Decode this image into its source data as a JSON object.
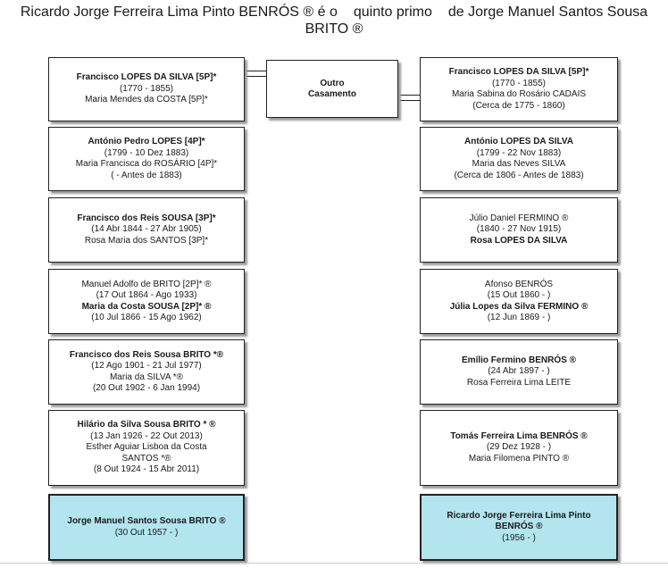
{
  "title": {
    "part1": "Ricardo Jorge Ferreira Lima Pinto BENRÓS ® é o",
    "relation": "quinto primo",
    "part2": "de Jorge Manuel Santos Sousa",
    "part3": "BRITO ®"
  },
  "marriage_box": {
    "line1": "Outro",
    "line2": "Casamento"
  },
  "left_column": [
    {
      "lines": [
        {
          "text": "Francisco LOPES DA SILVA [5P]*",
          "bold": true
        },
        {
          "text": "(1770 - 1855)"
        },
        {
          "text": "Maria Mendes da COSTA [5P]*"
        }
      ]
    },
    {
      "lines": [
        {
          "text": "António Pedro LOPES [4P]*",
          "bold": true
        },
        {
          "text": "(1799 - 10 Dez 1883)"
        },
        {
          "text": "Maria Francisca do ROSÁRIO [4P]*"
        },
        {
          "text": "(               - Antes de 1883)"
        }
      ]
    },
    {
      "lines": [
        {
          "text": "Francisco dos Reis SOUSA [3P]*",
          "bold": true
        },
        {
          "text": "(14 Abr 1844 - 27 Abr 1905)"
        },
        {
          "text": "Rosa Maria dos SANTOS [3P]*"
        }
      ]
    },
    {
      "lines": [
        {
          "text": "Manuel Adolfo de BRITO [2P]* ®"
        },
        {
          "text": "(17 Out 1864 - Ago 1933)"
        },
        {
          "text": "Maria da Costa SOUSA [2P]* ®",
          "bold": true
        },
        {
          "text": "(10 Jul 1866 - 15 Ago 1962)"
        }
      ]
    },
    {
      "lines": [
        {
          "text": "Francisco dos Reis Sousa BRITO *®",
          "bold": true
        },
        {
          "text": "(12 Ago 1901 - 21 Jul 1977)"
        },
        {
          "text": "Maria da SILVA *®"
        },
        {
          "text": "(20 Out 1902 - 6 Jan 1994)"
        }
      ]
    },
    {
      "lines": [
        {
          "text": "Hilário da Silva Sousa BRITO * ®",
          "bold": true
        },
        {
          "text": "(13 Jan 1926 - 22 Out 2013)"
        },
        {
          "text": "Esther Aguiar Lisboa da Costa"
        },
        {
          "text": "SANTOS *®"
        },
        {
          "text": "(8 Out 1924 - 15 Abr 2011)"
        }
      ]
    },
    {
      "lines": [
        {
          "text": "Jorge Manuel Santos Sousa BRITO ®",
          "bold": true
        },
        {
          "text": "(30 Out 1957 -               )"
        }
      ]
    }
  ],
  "right_column": [
    {
      "lines": [
        {
          "text": "Francisco LOPES DA SILVA [5P]*",
          "bold": true
        },
        {
          "text": "(1770 - 1855)"
        },
        {
          "text": "Maria Sabina do Rosário CADAIS"
        },
        {
          "text": "(Cerca de 1775 - 1860)"
        }
      ]
    },
    {
      "lines": [
        {
          "text": "António LOPES DA SILVA",
          "bold": true
        },
        {
          "text": "(1799 - 22 Nov 1883)"
        },
        {
          "text": "Maria das Neves SILVA"
        },
        {
          "text": "(Cerca de 1806 - Antes de 1883)"
        }
      ]
    },
    {
      "lines": [
        {
          "text": "Júlio Daniel FERMINO ®"
        },
        {
          "text": "(1840 - 27 Nov 1915)"
        },
        {
          "text": "Rosa LOPES DA SILVA",
          "bold": true
        }
      ]
    },
    {
      "lines": [
        {
          "text": "Afonso BENRÓS"
        },
        {
          "text": "(15 Out 1860 -               )"
        },
        {
          "text": "Júlia Lopes da Silva FERMINO ®",
          "bold": true
        },
        {
          "text": "(12 Jun 1869 -               )"
        }
      ]
    },
    {
      "lines": [
        {
          "text": "Emílio Fermino BENRÓS ®",
          "bold": true
        },
        {
          "text": "(24 Abr 1897 -               )"
        },
        {
          "text": "Rosa Ferreira Lima LEITE"
        }
      ]
    },
    {
      "lines": [
        {
          "text": "Tomás Ferreira Lima BENRÓS ®",
          "bold": true
        },
        {
          "text": "(29 Dez 1928 -               )"
        },
        {
          "text": "Maria Filomena PINTO ®"
        }
      ]
    },
    {
      "lines": [
        {
          "text": "Ricardo Jorge Ferreira Lima Pinto",
          "bold": true
        },
        {
          "text": "BENRÓS ®",
          "bold": true
        },
        {
          "text": "(1956 -               )"
        }
      ]
    }
  ]
}
